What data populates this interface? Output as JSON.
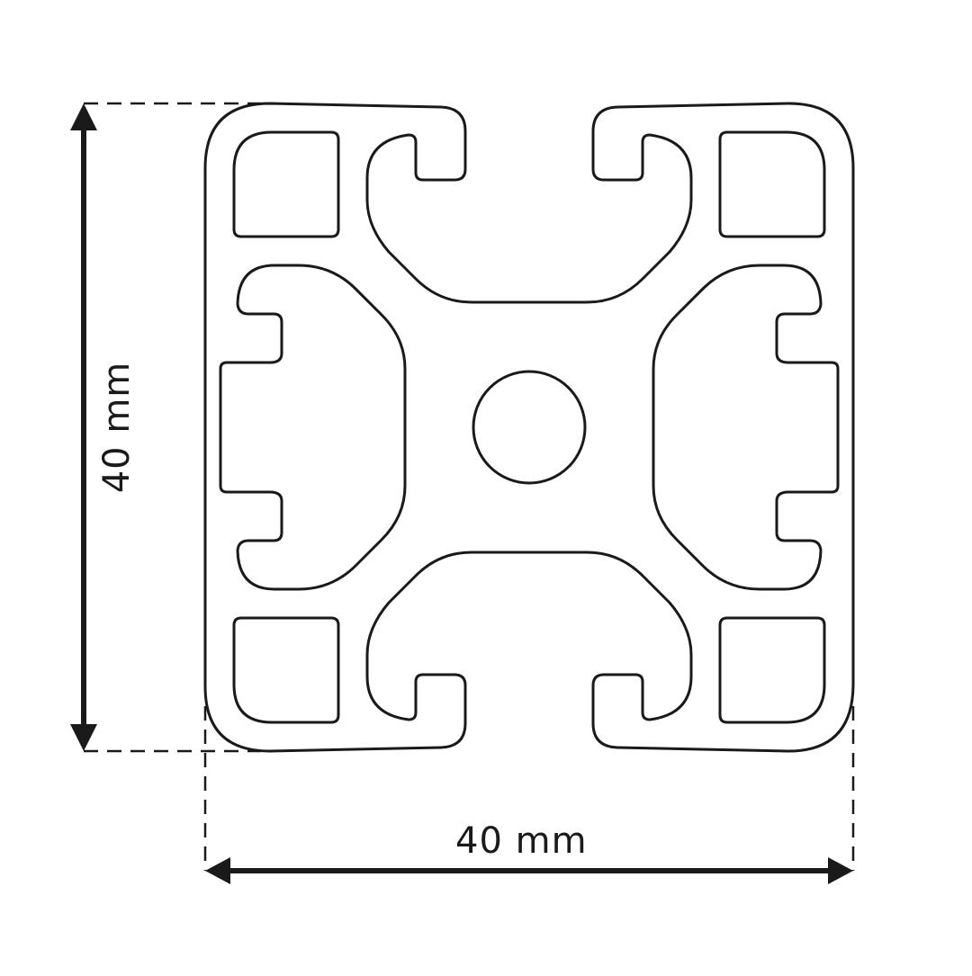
{
  "diagram": {
    "subject": "40x40 aluminium extrusion profile cross-section",
    "dimensions": {
      "width_label": "40 mm",
      "height_label": "40 mm"
    },
    "colors": {
      "line": "#1a1a1a",
      "background": "#ffffff"
    },
    "features": {
      "outer_profile": "square profile with rounded corners and four T-slots",
      "corner_cavities": 4,
      "center_bore": "circular core hole",
      "slot_cavities": 4
    }
  }
}
